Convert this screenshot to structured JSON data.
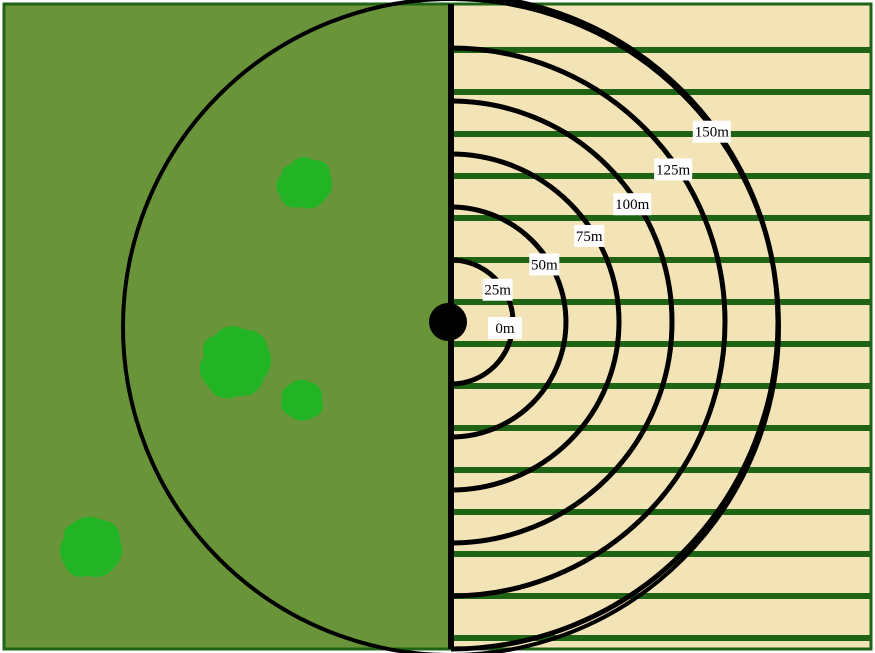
{
  "diagram": {
    "colors": {
      "meadow": "#6a943a",
      "crop_field": "#f3e4b8",
      "crop_rows": "#1f6414",
      "rings": "#000000",
      "shrubs": "#22b424",
      "source_point": "#000000"
    },
    "source_label": "0m",
    "rings": [
      {
        "distance_m": 25,
        "label": "25m"
      },
      {
        "distance_m": 50,
        "label": "50m"
      },
      {
        "distance_m": 75,
        "label": "75m"
      },
      {
        "distance_m": 100,
        "label": "100m"
      },
      {
        "distance_m": 125,
        "label": "125m"
      },
      {
        "distance_m": 150,
        "label": "150m"
      }
    ],
    "shrub_icon": "shrub-icon",
    "source_icon": "source-point-icon"
  }
}
